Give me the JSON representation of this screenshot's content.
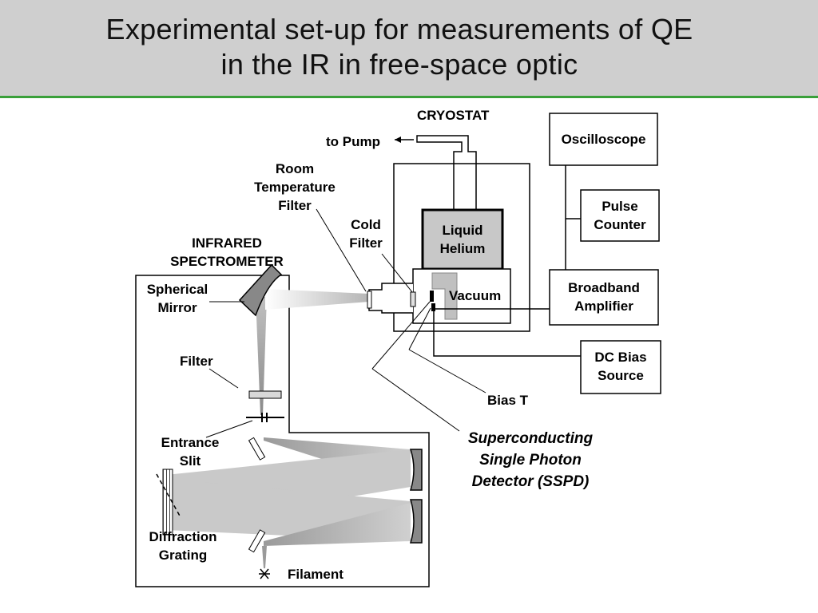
{
  "title": {
    "line1": "Experimental set-up for measurements of QE",
    "line2": "in the IR in free-space optic"
  },
  "labels": {
    "cryostat": "CRYOSTAT",
    "to_pump": "to Pump",
    "room_temp_filter": [
      "Room",
      "Temperature",
      "Filter"
    ],
    "cold_filter": [
      "Cold",
      "Filter"
    ],
    "liquid_helium": [
      "Liquid",
      "Helium"
    ],
    "vacuum": "Vacuum",
    "infrared_spectrometer": [
      "INFRARED",
      "SPECTROMETER"
    ],
    "spherical_mirror": [
      "Spherical",
      "Mirror"
    ],
    "filter": "Filter",
    "entrance_slit": [
      "Entrance",
      "Slit"
    ],
    "diffraction_grating": [
      "Diffraction",
      "Grating"
    ],
    "filament": "Filament",
    "oscilloscope": "Oscilloscope",
    "pulse_counter": [
      "Pulse",
      "Counter"
    ],
    "broadband_amplifier": [
      "Broadband",
      "Amplifier"
    ],
    "dc_bias_source": [
      "DC Bias",
      "Source"
    ],
    "bias_t": "Bias T",
    "sspd": [
      "Superconducting",
      "Single Photon",
      "Detector (SSPD)"
    ]
  },
  "colors": {
    "header_bg": "#cfcfcf",
    "header_rule": "#3aa03a",
    "helium_fill": "#c8c8c8",
    "beam": "#bdbdbd"
  }
}
